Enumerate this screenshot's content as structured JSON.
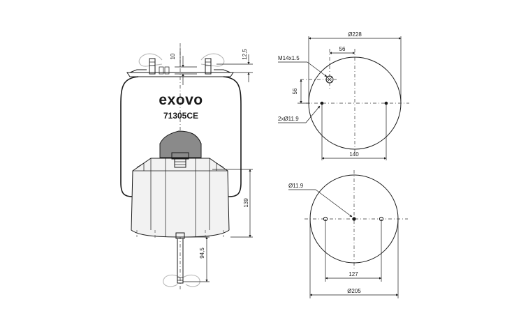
{
  "side_view": {
    "brand": "exovo",
    "part_number": "71305CE",
    "dim_top_stud": "10",
    "dim_top_plate": "12,5",
    "dim_height": "139",
    "dim_bottom_stud": "94,5"
  },
  "top_plate_view": {
    "dia_outer": "Ø228",
    "dim_offset_h": "56",
    "dim_offset_v": "56",
    "thread_label": "M14x1.5",
    "holes_label": "2xØ11.9",
    "dim_hole_spacing": "140"
  },
  "bottom_view": {
    "center_hole_label": "Ø11.9",
    "dim_hole_spacing": "127",
    "dia_outer": "Ø205"
  },
  "colors": {
    "line": "#1a1a1a",
    "fill_piston": "#f2f2f2",
    "fill_bumper": "#8a8a8a",
    "ghost": "#b8b8b8"
  }
}
